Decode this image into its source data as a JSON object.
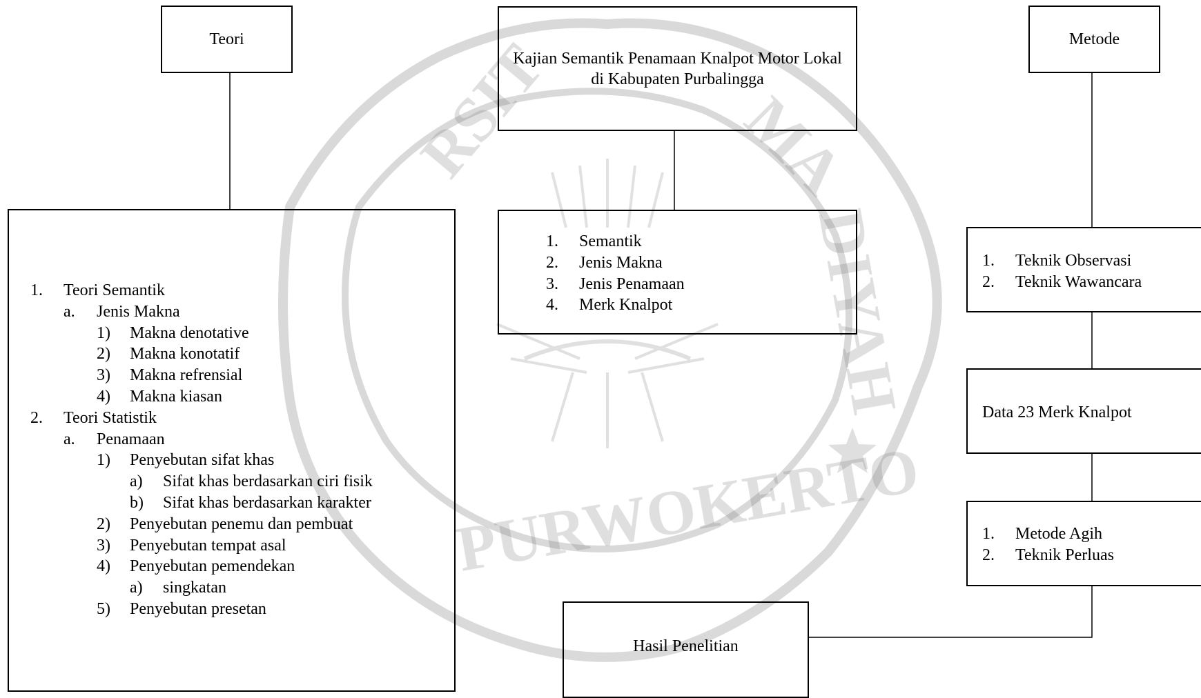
{
  "diagram": {
    "teori_title": "Teori",
    "metode_title": "Metode",
    "main_title": "Kajian Semantik Penamaan Knalpot Motor Lokal di Kabupaten Purbalingga",
    "center_list": [
      {
        "num": "1.",
        "text": "Semantik"
      },
      {
        "num": "2.",
        "text": "Jenis Makna"
      },
      {
        "num": "3.",
        "text": "Jenis Penamaan"
      },
      {
        "num": "4.",
        "text": "Merk Knalpot"
      }
    ],
    "teori_list": [
      {
        "num": "1.",
        "text": "Teori Semantik"
      },
      {
        "num": "a.",
        "text": "Jenis Makna"
      },
      {
        "num": "1)",
        "text": "Makna denotative"
      },
      {
        "num": "2)",
        "text": "Makna konotatif"
      },
      {
        "num": "3)",
        "text": "Makna refrensial"
      },
      {
        "num": "4)",
        "text": "Makna kiasan"
      },
      {
        "num": "2.",
        "text": "Teori Statistik"
      },
      {
        "num": "a.",
        "text": "Penamaan"
      },
      {
        "num": "1)",
        "text": "Penyebutan sifat khas"
      },
      {
        "num": "a)",
        "text": "Sifat khas berdasarkan ciri fisik"
      },
      {
        "num": "b)",
        "text": "Sifat khas berdasarkan karakter"
      },
      {
        "num": "2)",
        "text": "Penyebutan penemu dan pembuat"
      },
      {
        "num": "3)",
        "text": "Penyebutan tempat asal"
      },
      {
        "num": "4)",
        "text": "Penyebutan pemendekan"
      },
      {
        "num": "a)",
        "text": "singkatan"
      },
      {
        "num": "5)",
        "text": "Penyebutan presetan"
      }
    ],
    "teknik_list": [
      {
        "num": "1.",
        "text": "Teknik Observasi"
      },
      {
        "num": "2.",
        "text": "Teknik Wawancara"
      }
    ],
    "data_text": "Data 23 Merk Knalpot",
    "metode_list": [
      {
        "num": "1.",
        "text": "Metode Agih"
      },
      {
        "num": "2.",
        "text": "Teknik Perluas"
      }
    ],
    "hasil_text": "Hasil Penelitian",
    "watermark": {
      "top_left": "RSIT",
      "top_right": "MA",
      "right": "DIYAH",
      "bottom": "PURWOKERTO"
    }
  }
}
